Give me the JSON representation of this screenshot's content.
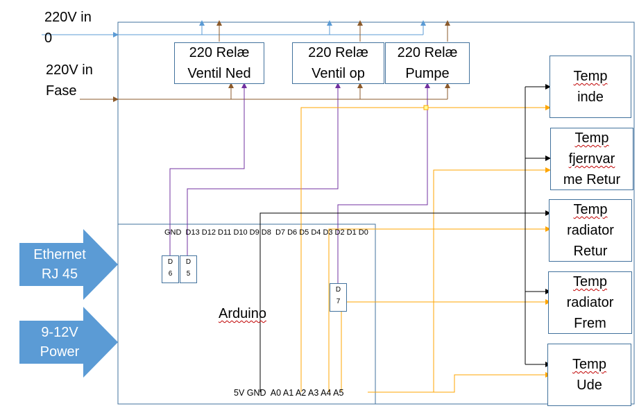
{
  "power_inputs": {
    "neutral": {
      "line1": "220V in",
      "line2": "0"
    },
    "phase": {
      "line1": "220V in",
      "line2": "Fase"
    }
  },
  "relays": [
    {
      "line1": "220 Relæ",
      "line2": "Ventil Ned"
    },
    {
      "line1": "220 Relæ",
      "line2": "Ventil op"
    },
    {
      "line1": "220 Relæ",
      "line2": "Pumpe"
    }
  ],
  "sensors": [
    {
      "lines": [
        "Temp",
        "inde"
      ]
    },
    {
      "lines": [
        "Temp",
        "fjernvar",
        "me Retur"
      ]
    },
    {
      "lines": [
        "Temp",
        "radiator",
        "Retur"
      ]
    },
    {
      "lines": [
        "Temp",
        "radiator",
        "Frem"
      ]
    },
    {
      "lines": [
        "Temp",
        "Ude"
      ]
    }
  ],
  "arduino": {
    "label": "Arduino",
    "digital_pins": "GND  D13 D12 D11 D10 D9 D8  D7 D6 D5 D4 D3 D2 D1 D0",
    "analog_pins": "5V GND  A0 A1 A2 A3 A4 A5",
    "pin_boxes": [
      {
        "line1": "D",
        "line2": "6"
      },
      {
        "line1": "D",
        "line2": "5"
      },
      {
        "line1": "D",
        "line2": "7"
      }
    ]
  },
  "side_inputs": [
    {
      "line1": "Ethernet",
      "line2": "RJ 45"
    },
    {
      "line1": "9-12V",
      "line2": "Power"
    }
  ],
  "colors": {
    "neutral_wire": "#5b9bd5",
    "phase_wire": "#8b5a2b",
    "control_wire": "#7030a0",
    "sensor_wire": "#ffa500",
    "ground_wire": "#000000",
    "box_border": "#41719c",
    "arrow_fill": "#5b9bd5"
  }
}
